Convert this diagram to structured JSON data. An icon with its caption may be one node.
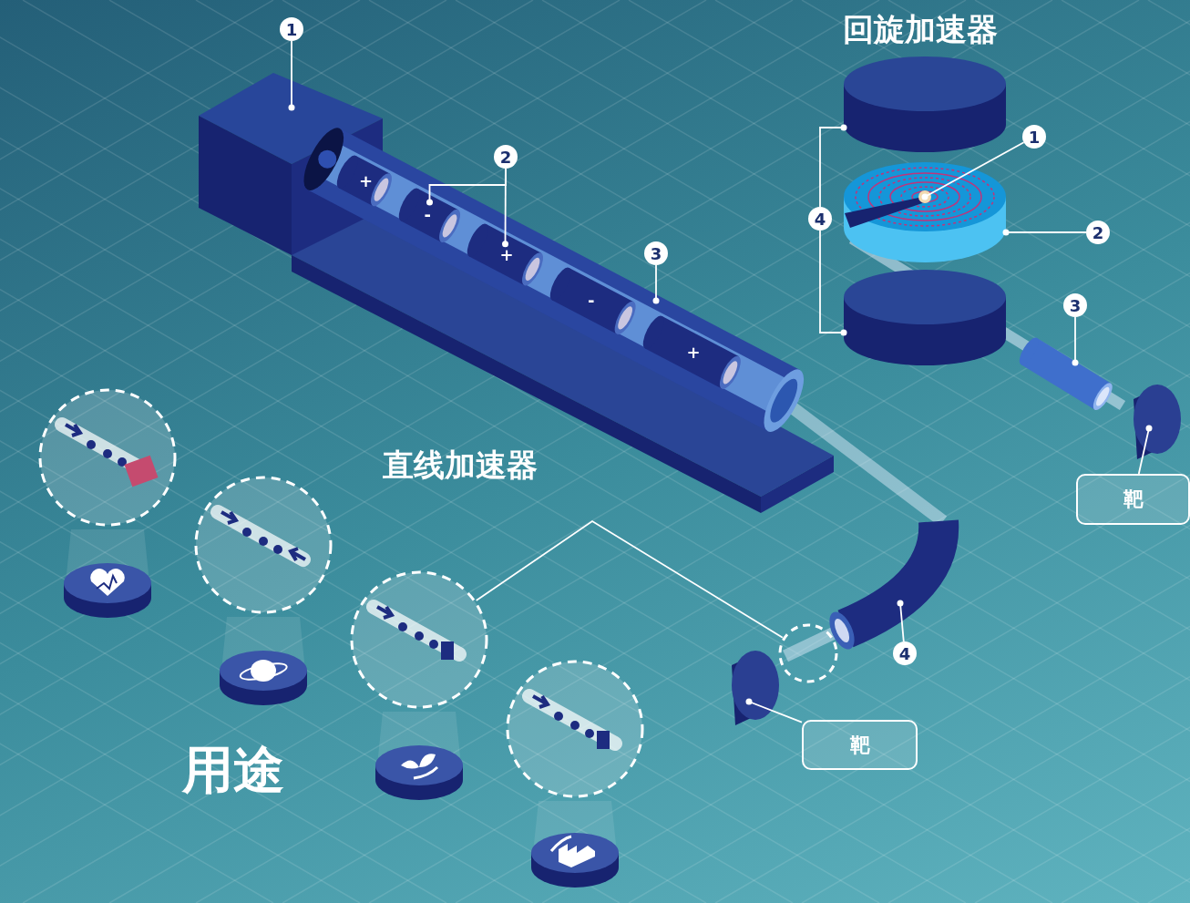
{
  "diagram": {
    "nodes": [
      {
        "text": [
          "1"
        ]
      },
      {
        "text": [],
        "shape": "box"
      },
      {
        "text": [],
        "shape": "cylinder"
      },
      {
        "text": [
          "+"
        ],
        "in": 2
      },
      {
        "text": [
          "-"
        ],
        "in": 2
      },
      {
        "text": [
          "+"
        ],
        "in": 2
      },
      {
        "text": [
          "-"
        ],
        "in": 2
      },
      {
        "text": [
          "+"
        ],
        "in": 2
      },
      {
        "text": [
          "2"
        ]
      },
      {
        "text": [
          "3"
        ]
      },
      {
        "text": [],
        "shape": "cylinder"
      },
      {
        "text": [
          "4"
        ]
      },
      {
        "text": [],
        "shape": "cylinder"
      },
      {
        "text": [
          "靶"
        ]
      },
      {
        "text": [],
        "shape": "circle"
      },
      {
        "text": [
          "1"
        ]
      },
      {
        "text": [],
        "shape": "cylinder"
      },
      {
        "text": [],
        "shape": "circle",
        "in": 16
      },
      {
        "text": [
          "2"
        ]
      },
      {
        "text": [
          "3"
        ]
      },
      {
        "text": [],
        "shape": "cylinder"
      },
      {
        "text": [
          "4"
        ]
      },
      {
        "text": [],
        "shape": "cylinder"
      },
      {
        "text": [],
        "shape": "cylinder"
      },
      {
        "text": [],
        "shape": "cylinder"
      },
      {
        "text": [
          "靶"
        ]
      },
      {
        "text": [],
        "shape": "circle"
      },
      {
        "text": [],
        "shape": "circle"
      },
      {
        "text": [],
        "shape": "circle"
      },
      {
        "text": [],
        "shape": "circle"
      }
    ],
    "edges": [
      {
        "from": 0,
        "to": 1,
        "arrow": "other"
      },
      {
        "from": 8,
        "to": 4,
        "arrow": "other"
      },
      {
        "from": 8,
        "to": 5,
        "arrow": "other"
      },
      {
        "from": 9,
        "to": 2,
        "arrow": "other"
      },
      {
        "from": 11,
        "to": 10,
        "arrow": "other"
      },
      {
        "from": 13,
        "to": 12,
        "arrow": "other"
      },
      {
        "from": 15,
        "to": 17,
        "arrow": "other"
      },
      {
        "from": 18,
        "to": 16,
        "arrow": "other"
      },
      {
        "from": 19,
        "to": 20,
        "arrow": "other"
      },
      {
        "from": 21,
        "to": 22,
        "arrow": "other"
      },
      {
        "from": 21,
        "to": 23,
        "arrow": "other"
      },
      {
        "from": 25,
        "to": 24,
        "arrow": "other"
      },
      {
        "from": 14,
        "to": 28,
        "arrow": "none"
      }
    ],
    "labels": [
      "回旋加速器",
      "直线加速器",
      "用途"
    ]
  }
}
